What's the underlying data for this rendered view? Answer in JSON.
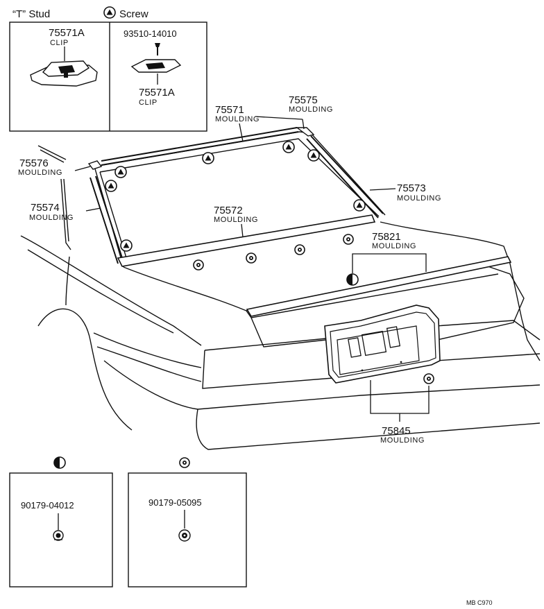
{
  "legend": {
    "t_stud": "“T” Stud",
    "screw": "Screw"
  },
  "insets": {
    "left_part": "75571A",
    "left_name": "CLIP",
    "right_screw_part": "93510-14010",
    "right_part": "75571A",
    "right_name": "CLIP"
  },
  "parts": {
    "p75571": {
      "number": "75571",
      "name": "MOULDING"
    },
    "p75575": {
      "number": "75575",
      "name": "MOULDING"
    },
    "p75576": {
      "number": "75576",
      "name": "MOULDING"
    },
    "p75574": {
      "number": "75574",
      "name": "MOULDING"
    },
    "p75572": {
      "number": "75572",
      "name": "MOULDING"
    },
    "p75573": {
      "number": "75573",
      "name": "MOULDING"
    },
    "p75821": {
      "number": "75821",
      "name": "MOULDING"
    },
    "p75845": {
      "number": "75845",
      "name": "MOULDING"
    }
  },
  "fasteners": {
    "half_circle_part": "90179-04012",
    "ring_part": "90179-05095"
  },
  "footer": "MB  C970"
}
